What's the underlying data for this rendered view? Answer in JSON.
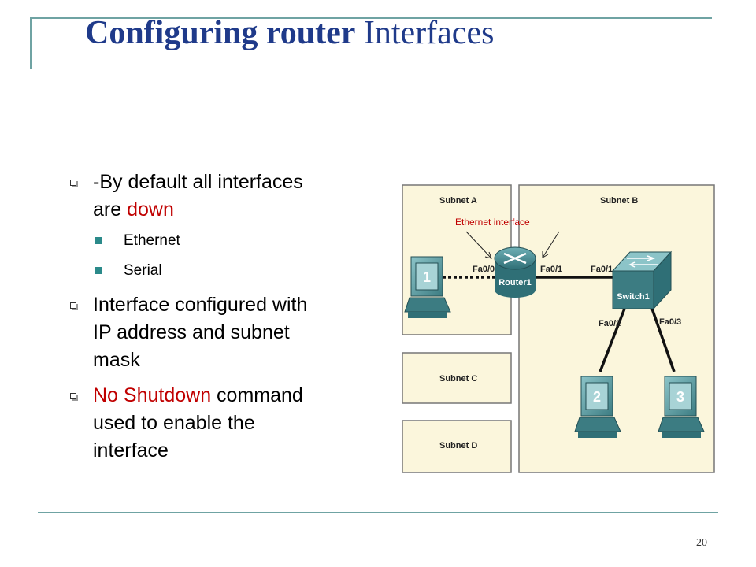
{
  "slide": {
    "title_bold": "Configuring router",
    "title_rest": "Interfaces",
    "page_number": "20"
  },
  "bullets": {
    "item1_text": "-By default all interfaces are ",
    "item1_highlight": "down",
    "sub1": "Ethernet",
    "sub2": "Serial",
    "item2": "Interface configured with IP address and subnet mask",
    "item3_highlight": "No Shutdown",
    "item3_text": " command used to enable the interface"
  },
  "diagram": {
    "annotation": "Ethernet interface",
    "subnet_a": "Subnet A",
    "subnet_b": "Subnet B",
    "subnet_c": "Subnet C",
    "subnet_d": "Subnet D",
    "router_label": "Router1",
    "switch_label": "Switch1",
    "port_fa00_router": "Fa0/0",
    "port_fa01_router": "Fa0/1",
    "port_fa01_switch": "Fa0/1",
    "port_fa02": "Fa0/2",
    "port_fa03": "Fa0/3",
    "pc1_label": "1",
    "pc2_label": "2",
    "pc3_label": "3"
  },
  "colors": {
    "title": "#1f3a8a",
    "highlight": "#c00000",
    "frame": "#6fa3a3",
    "subnet_fill": "#fbf6dc"
  }
}
